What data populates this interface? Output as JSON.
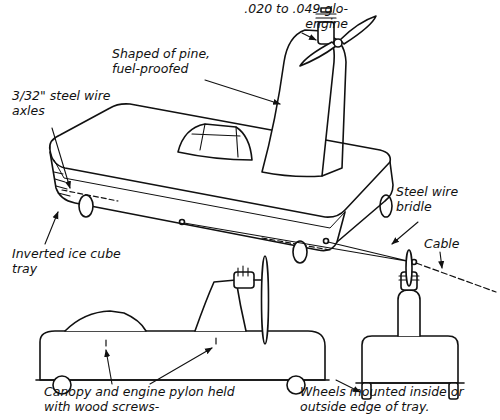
{
  "diagram": {
    "labels": [
      ".020 to .049 glo-engine",
      "Shaped of pine, fuel-proofed",
      "3/32\" steel wire axles",
      "Steel wire bridle",
      "Cable",
      "Inverted ice cube tray",
      "Canopy and engine pylon held with wood screws-",
      "Wheels mounted inside or outside edge of tray."
    ]
  }
}
